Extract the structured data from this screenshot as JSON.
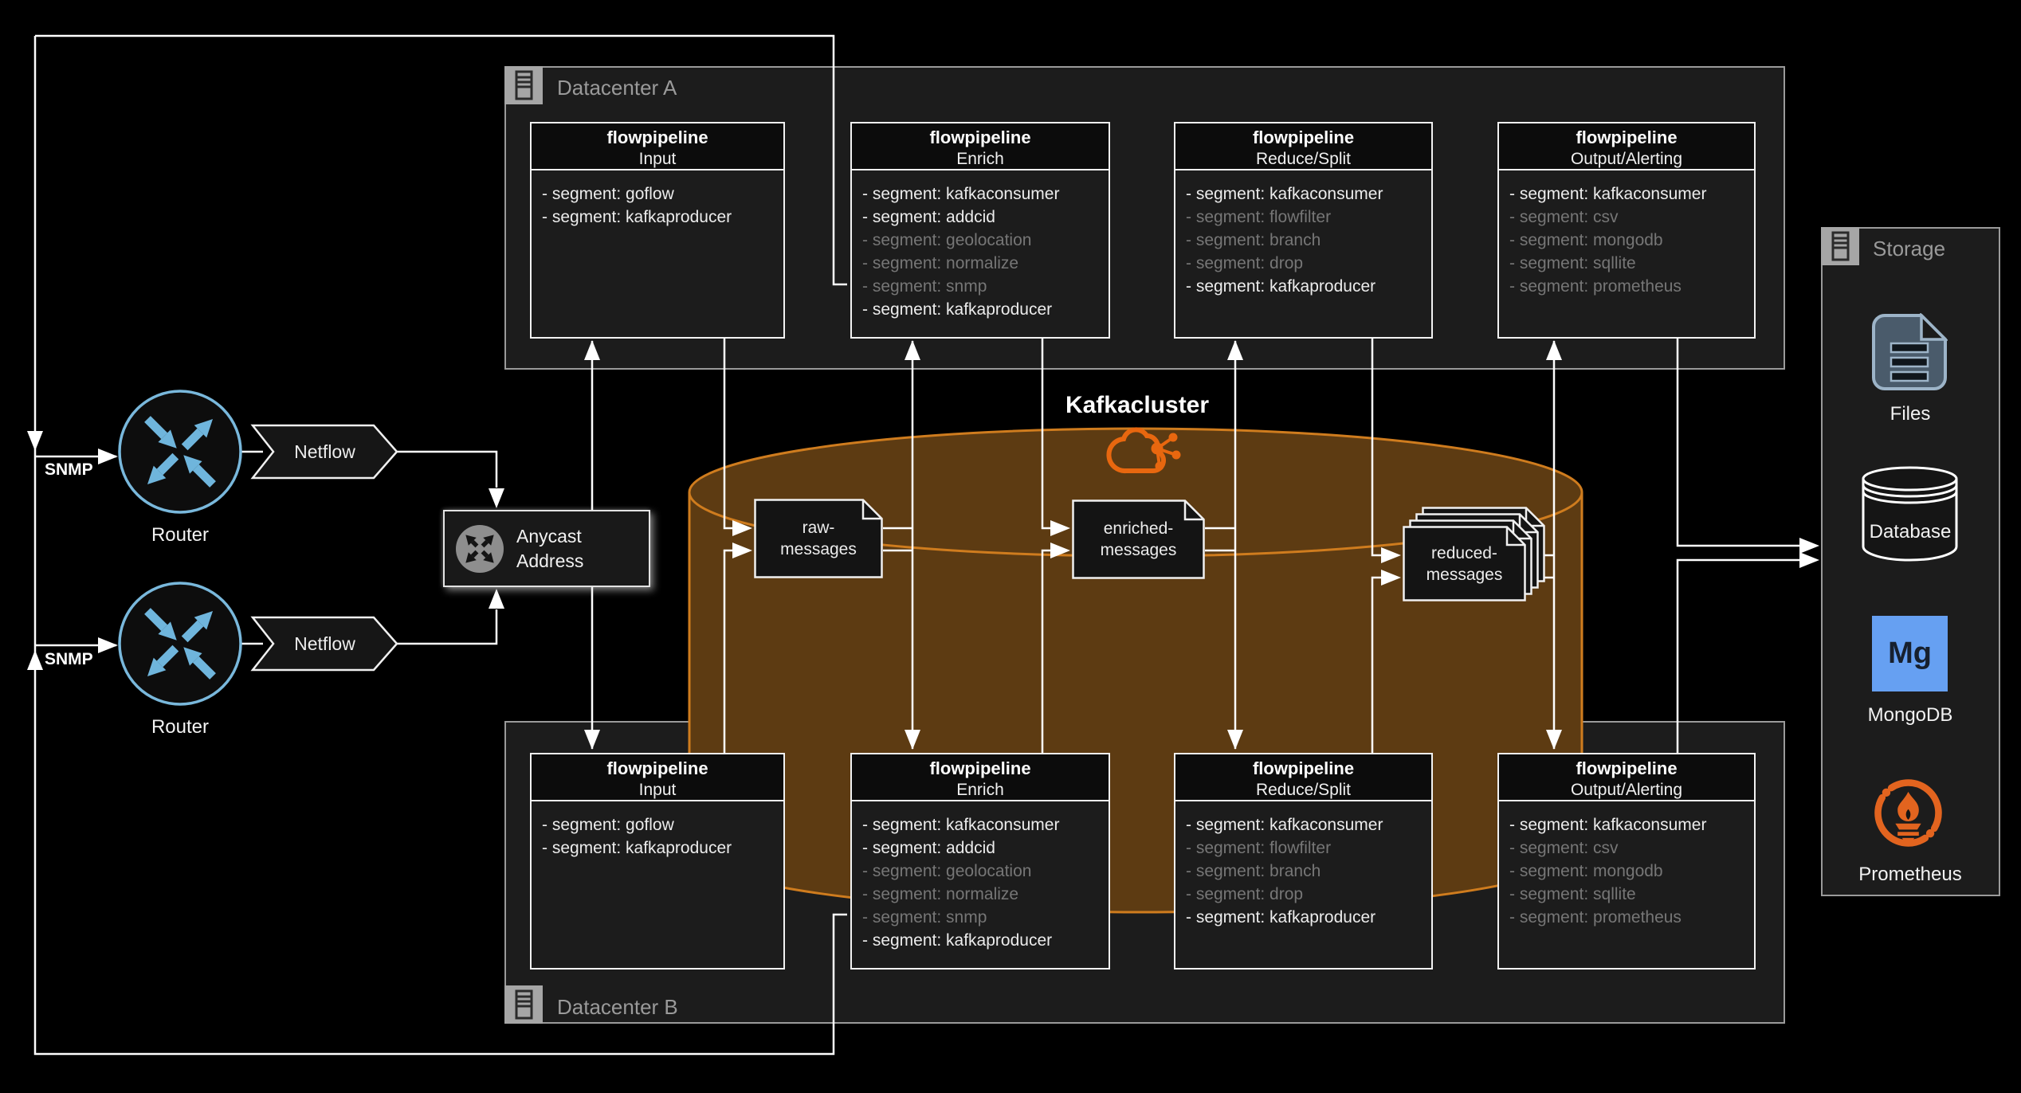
{
  "datacenter_a": {
    "label": "Datacenter A"
  },
  "datacenter_b": {
    "label": "Datacenter B"
  },
  "kafka": {
    "title": "Kafkacluster"
  },
  "topics": [
    {
      "line1": "raw-",
      "line2": "messages"
    },
    {
      "line1": "enriched-",
      "line2": "messages"
    },
    {
      "line1": "reduced-",
      "line2": "messages"
    }
  ],
  "pipelines": [
    {
      "id": "dc-a-input",
      "title": "flowpipeline",
      "subtitle": "Input",
      "segments": [
        {
          "text": "- segment: goflow",
          "active": true
        },
        {
          "text": "- segment: kafkaproducer",
          "active": true
        }
      ]
    },
    {
      "id": "dc-a-enrich",
      "title": "flowpipeline",
      "subtitle": "Enrich",
      "segments": [
        {
          "text": "- segment: kafkaconsumer",
          "active": true
        },
        {
          "text": "- segment: addcid",
          "active": true
        },
        {
          "text": "- segment: geolocation",
          "active": false
        },
        {
          "text": "- segment: normalize",
          "active": false
        },
        {
          "text": "- segment: snmp",
          "active": false
        },
        {
          "text": "- segment: kafkaproducer",
          "active": true
        }
      ]
    },
    {
      "id": "dc-a-reduce",
      "title": "flowpipeline",
      "subtitle": "Reduce/Split",
      "segments": [
        {
          "text": "- segment: kafkaconsumer",
          "active": true
        },
        {
          "text": "- segment: flowfilter",
          "active": false
        },
        {
          "text": "- segment: branch",
          "active": false
        },
        {
          "text": "- segment: drop",
          "active": false
        },
        {
          "text": "- segment: kafkaproducer",
          "active": true
        }
      ]
    },
    {
      "id": "dc-a-output",
      "title": "flowpipeline",
      "subtitle": "Output/Alerting",
      "segments": [
        {
          "text": "- segment: kafkaconsumer",
          "active": true
        },
        {
          "text": "- segment: csv",
          "active": false
        },
        {
          "text": "- segment: mongodb",
          "active": false
        },
        {
          "text": "- segment: sqllite",
          "active": false
        },
        {
          "text": "- segment: prometheus",
          "active": false
        }
      ]
    },
    {
      "id": "dc-b-input",
      "title": "flowpipeline",
      "subtitle": "Input",
      "segments": [
        {
          "text": "- segment: goflow",
          "active": true
        },
        {
          "text": "- segment: kafkaproducer",
          "active": true
        }
      ]
    },
    {
      "id": "dc-b-enrich",
      "title": "flowpipeline",
      "subtitle": "Enrich",
      "segments": [
        {
          "text": "- segment: kafkaconsumer",
          "active": true
        },
        {
          "text": "- segment: addcid",
          "active": true
        },
        {
          "text": "- segment: geolocation",
          "active": false
        },
        {
          "text": "- segment: normalize",
          "active": false
        },
        {
          "text": "- segment: snmp",
          "active": false
        },
        {
          "text": "- segment: kafkaproducer",
          "active": true
        }
      ]
    },
    {
      "id": "dc-b-reduce",
      "title": "flowpipeline",
      "subtitle": "Reduce/Split",
      "segments": [
        {
          "text": "- segment: kafkaconsumer",
          "active": true
        },
        {
          "text": "- segment: flowfilter",
          "active": false
        },
        {
          "text": "- segment: branch",
          "active": false
        },
        {
          "text": "- segment: drop",
          "active": false
        },
        {
          "text": "- segment: kafkaproducer",
          "active": true
        }
      ]
    },
    {
      "id": "dc-b-output",
      "title": "flowpipeline",
      "subtitle": "Output/Alerting",
      "segments": [
        {
          "text": "- segment: kafkaconsumer",
          "active": true
        },
        {
          "text": "- segment: csv",
          "active": false
        },
        {
          "text": "- segment: mongodb",
          "active": false
        },
        {
          "text": "- segment: sqllite",
          "active": false
        },
        {
          "text": "- segment: prometheus",
          "active": false
        }
      ]
    }
  ],
  "routers": [
    {
      "label": "Router"
    },
    {
      "label": "Router"
    }
  ],
  "snmp_labels": [
    "SNMP",
    "SNMP"
  ],
  "netflow_labels": [
    "Netflow",
    "Netflow"
  ],
  "anycast": {
    "line1": "Anycast",
    "line2": "Address"
  },
  "storage": {
    "label": "Storage",
    "files_label": "Files",
    "database_label": "Database",
    "mongodb_badge": "Mg",
    "mongodb_label": "MongoDB",
    "prometheus_label": "Prometheus"
  },
  "colors": {
    "kafka_fill": "#5d3b12",
    "kafka_stroke": "#cf7c1e",
    "kafka_icon_orange": "#e8670f",
    "router_blue": "#79b8dc",
    "mongodb_blue": "#66a0f2",
    "prometheus_orange": "#e2641f",
    "files_slate": "#4a5b6b",
    "line_white": "#ffffff"
  }
}
